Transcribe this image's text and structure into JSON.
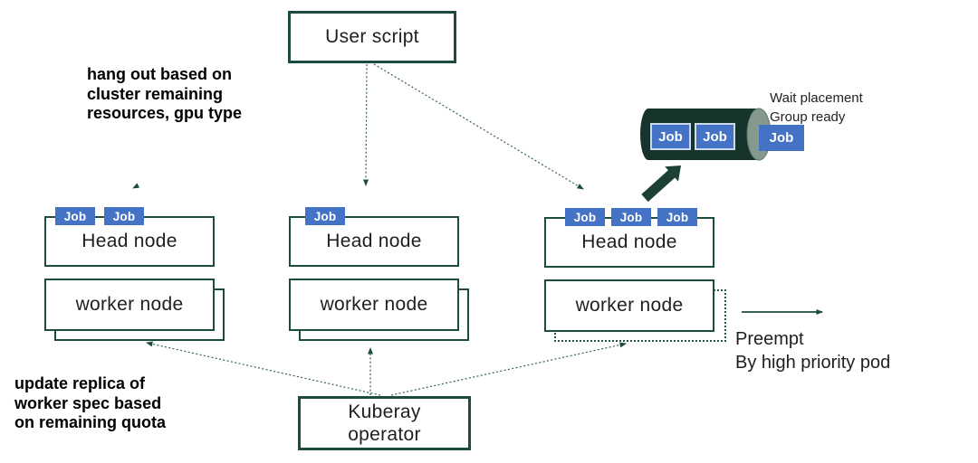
{
  "diagram": {
    "nodes": {
      "user_script": "User script",
      "kuberay_operator": {
        "line1": "Kuberay",
        "line2": "operator"
      },
      "job_badge": "Job"
    },
    "clusters": [
      {
        "head": "Head node",
        "worker": "worker node",
        "job_count": 2
      },
      {
        "head": "Head node",
        "worker": "worker node",
        "job_count": 1
      },
      {
        "head": "Head node",
        "worker": "worker node",
        "job_count": 3
      }
    ],
    "queue": {
      "jobs_inside": 2,
      "jobs_waiting": 1
    },
    "annotations": {
      "hang_out": {
        "line1": "hang out based on",
        "line2": "cluster remaining",
        "line3": "resources, gpu type"
      },
      "update_replica": {
        "line1": "update replica of",
        "line2": "worker spec based",
        "line3": "on remaining quota"
      },
      "wait_placement": {
        "line1": "Wait placement",
        "line2": "Group ready"
      },
      "preempt": {
        "line1": "Preempt",
        "line2": "By high priority pod"
      }
    },
    "colors": {
      "outline_teal": "#1c4b41",
      "connector_teal": "#35615 6",
      "job_blue": "#4472c4",
      "cylinder_body": "#16342c",
      "cylinder_cap": "#85998f",
      "text_dark": "#1f1f1f"
    }
  }
}
